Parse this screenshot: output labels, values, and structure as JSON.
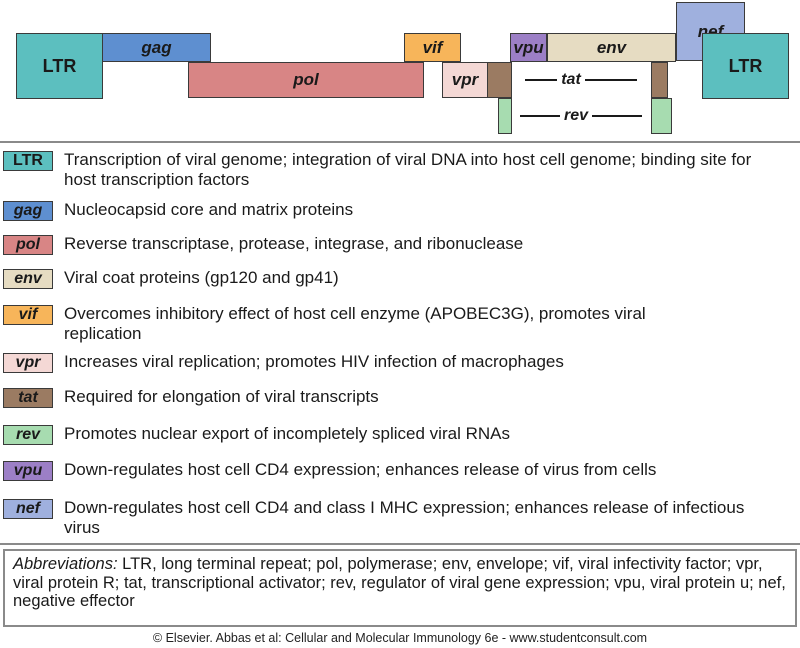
{
  "colors": {
    "LTR": "#5cbfbf",
    "gag": "#5e8fd0",
    "pol": "#d88585",
    "env": "#e6dcc2",
    "vif": "#f7b55a",
    "vpr": "#f4d8d5",
    "tat": "#9b7b62",
    "rev": "#a7dcb0",
    "vpu": "#9c7fc6",
    "nef": "#9fb0de"
  },
  "genome": {
    "ltr_left": "LTR",
    "gag": "gag",
    "pol": "pol",
    "vif": "vif",
    "vpr": "vpr",
    "vpu": "vpu",
    "env": "env",
    "nef": "nef",
    "ltr_right": "LTR",
    "tat": "tat",
    "rev": "rev"
  },
  "legend": [
    {
      "gene": "LTR",
      "desc": "Transcription of viral genome; integration of viral DNA into host cell genome; binding site for host transcription factors"
    },
    {
      "gene": "gag",
      "desc": "Nucleocapsid core and matrix proteins"
    },
    {
      "gene": "pol",
      "desc": "Reverse transcriptase, protease, integrase, and ribonuclease"
    },
    {
      "gene": "env",
      "desc": "Viral coat proteins (gp120 and gp41)"
    },
    {
      "gene": "vif",
      "desc": "Overcomes inhibitory effect of host cell enzyme (APOBEC3G), promotes viral replication"
    },
    {
      "gene": "vpr",
      "desc": "Increases viral replication; promotes HIV infection of macrophages"
    },
    {
      "gene": "tat",
      "desc": "Required for elongation of viral transcripts"
    },
    {
      "gene": "rev",
      "desc": "Promotes nuclear export of incompletely spliced viral RNAs"
    },
    {
      "gene": "vpu",
      "desc": "Down-regulates host cell CD4 expression; enhances release of virus from cells"
    },
    {
      "gene": "nef",
      "desc": "Down-regulates host cell CD4 and class I MHC expression; enhances release of infectious virus"
    }
  ],
  "abbreviations": {
    "lead": "Abbreviations:",
    "text": " LTR, long terminal repeat; pol, polymerase; env, envelope; vif, viral infectivity factor; vpr, viral protein R; tat, transcriptional activator; rev, regulator of viral gene expression; vpu, viral protein u; nef, negative effector"
  },
  "credit": "© Elsevier. Abbas et al: Cellular and Molecular Immunology 6e - www.studentconsult.com"
}
